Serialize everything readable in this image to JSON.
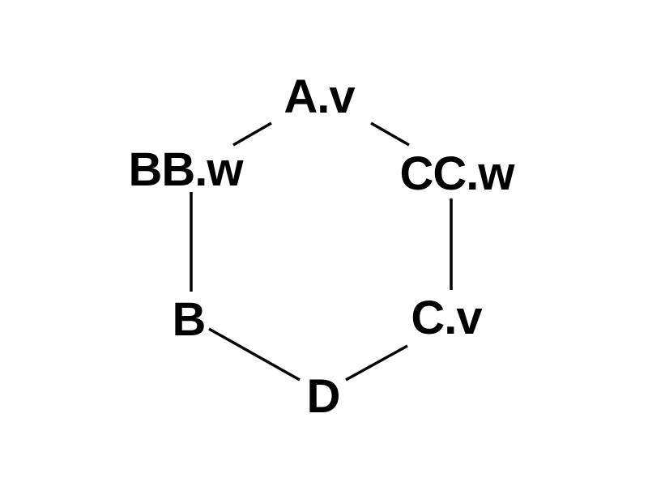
{
  "nodes": {
    "top": "A.v",
    "upper_left": "BB.w",
    "upper_right": "CC.w",
    "lower_left": "B",
    "lower_right": "C.v",
    "bottom": "D"
  },
  "edges": [
    [
      "top",
      "upper_left"
    ],
    [
      "top",
      "upper_right"
    ],
    [
      "upper_left",
      "lower_left"
    ],
    [
      "upper_right",
      "lower_right"
    ],
    [
      "lower_left",
      "bottom"
    ],
    [
      "lower_right",
      "bottom"
    ]
  ],
  "colors": {
    "line": "#000000",
    "text": "#000000",
    "background": "#ffffff"
  }
}
